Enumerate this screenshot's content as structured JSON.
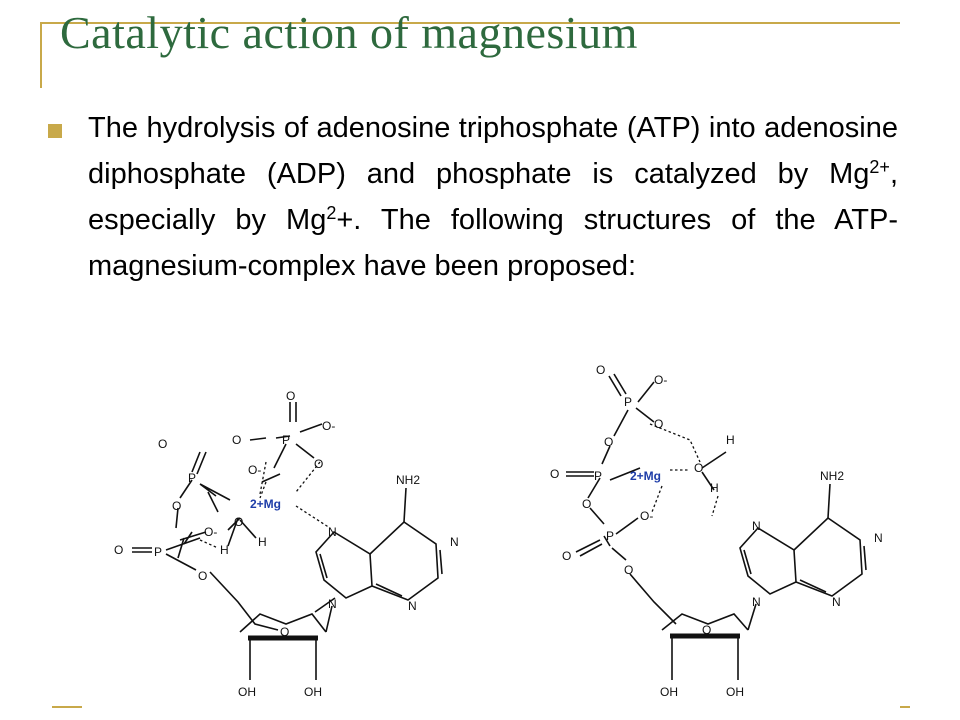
{
  "slide": {
    "title": "Catalytic action of magnesium",
    "accent_color": "#c8a94a",
    "title_color": "#2e6a3e",
    "bullet": {
      "part1": "The hydrolysis of adenosine triphosphate (ATP) into adenosine diphosphate (ADP) and phosphate is catalyzed by Mg",
      "sup1": "2+",
      "part2": ", especially by Mg",
      "sup2": "2",
      "part3": "+. The following structures of the ATP-magnesium-complex have been proposed:"
    }
  },
  "diagram": {
    "left": {
      "magnesium": "2+Mg",
      "phosphorus": "P",
      "oxygen": "O",
      "oxide": "O-",
      "hydrogen": "H",
      "amine": "NH2",
      "nitrogen": "N",
      "hydroxyl": "OH"
    },
    "right": {
      "magnesium": "2+Mg",
      "phosphorus": "P",
      "oxygen": "O",
      "oxide": "O-",
      "hydrogen": "H",
      "amine": "NH2",
      "nitrogen": "N",
      "hydroxyl": "OH"
    }
  }
}
